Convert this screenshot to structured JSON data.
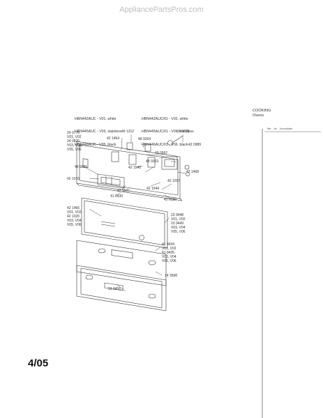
{
  "watermark": "AppliancePartsPros.com",
  "models": {
    "left": [
      "HBN442AUC - V01, white",
      "HBN445AUC - V03, stainless",
      "HBN446AUC - V05, black"
    ],
    "right": [
      "HBN442AUC/01 - V02, white",
      "HBN445AUC/01 - V04, stainless",
      "HBN446AUC/01 - V06, black"
    ]
  },
  "category": [
    "COOKING",
    "Ovens"
  ],
  "mfr_note": "Mfr. - Nr. - Kennladde",
  "date": "4/05",
  "labels": {
    "p491312": "49 1312",
    "p369731": "36 9731",
    "p421464": "42 1464",
    "p489264": "48 9264",
    "p420989": "42 0989",
    "p240776": [
      "24 0776",
      "V01, V02",
      "24 0826",
      "V03, V04",
      "V05, V06"
    ],
    "p490962": "49 0962",
    "p489265": "48 9265",
    "p421545": "42 1545",
    "p489263": "48 9263",
    "p421468": "42 1468",
    "p421016": "42 1016",
    "p421537": "42 1537",
    "p421544": "42 1544",
    "p421017": "42 1017",
    "p418430": "41 8430",
    "p420186": "42 0186",
    "p421466": [
      "42 1466",
      "V01, V02",
      "42 1020",
      "V03, V04",
      "V05, V06"
    ],
    "p239448": [
      "23 9448",
      "V01, V02",
      "23 9449",
      "V03, V04",
      "V05, V06"
    ],
    "p418434": [
      "41 8434",
      "V01, V02",
      "41 8435",
      "V03, V04",
      "V05, V06"
    ],
    "p143598": "14 3598",
    "p239456": "23 9456"
  },
  "colors": {
    "line": "#333333",
    "watermark": "#bdbdbd"
  }
}
